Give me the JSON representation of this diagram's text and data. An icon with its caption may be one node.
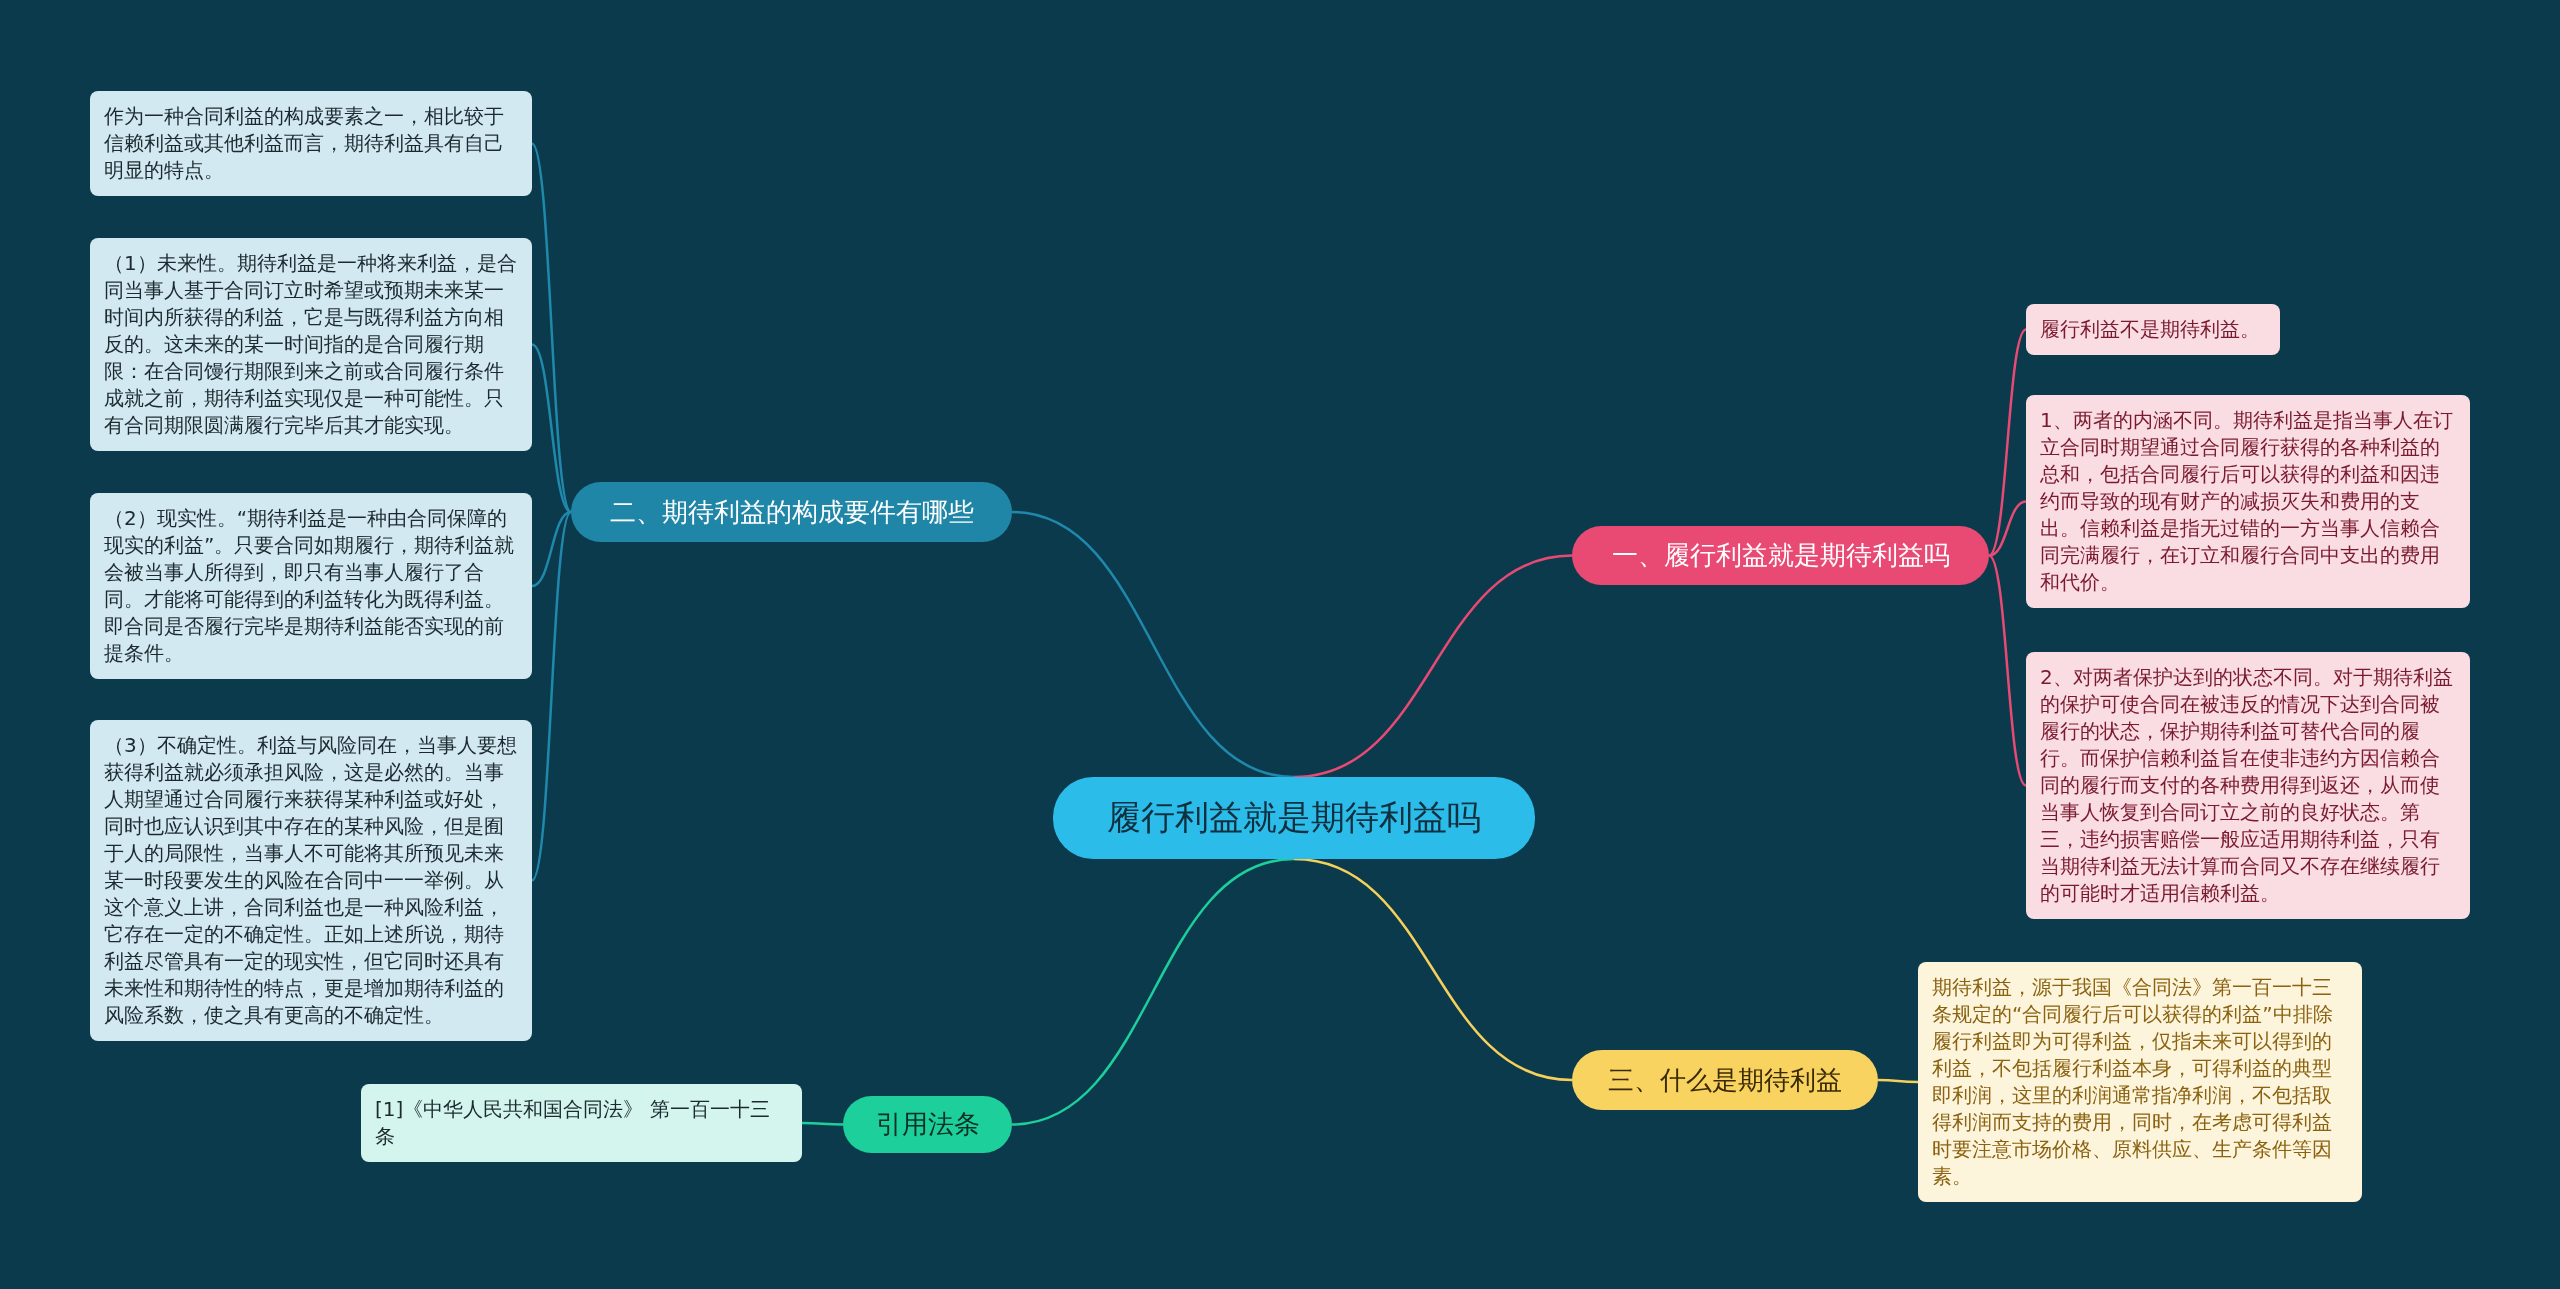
{
  "diagram": {
    "nodes": [
      {
        "text": [
          "履行利益就是期待利益吗"
        ]
      },
      {
        "text": [
          "一、履行利益就是期待利益吗"
        ]
      },
      {
        "text": [
          "履行利益不是期待利益。"
        ]
      },
      {
        "text": [
          "1、两者的内涵不同。期待利益是指当事人在订立合同时期望通过合同履行获得的各种利益的总和，包括合同履行后可以获得的利益和因违约而导致的现有财产的减损灭失和费用的支出。信赖利益是指无过错的一方当事人信赖合同完满履行，在订立和履行合同中支出的费用和代价。"
        ]
      },
      {
        "text": [
          "2、对两者保护达到的状态不同。对于期待利益的保护可使合同在被违反的情况下达到合同被履行的状态，保护期待利益可替代合同的履行。而保护信赖利益旨在使非违约方因信赖合同的履行而支付的各种费用得到返还，从而使当事人恢复到合同订立之前的良好状态。第三，违约损害赔偿一般应适用期待利益，只有当期待利益无法计算而合同又不存在继续履行的可能时才适用信赖利益。"
        ]
      },
      {
        "text": [
          "三、什么是期待利益"
        ]
      },
      {
        "text": [
          "期待利益，源于我国《合同法》第一百一十三条规定的“合同履行后可以获得的利益”中排除履行利益即为可得利益，仅指未来可以得到的利益，不包括履行利益本身，可得利益的典型即利润，这里的利润通常指净利润，不包括取得利润而支持的费用，同时，在考虑可得利益时要注意市场价格、原料供应、生产条件等因素。"
        ]
      },
      {
        "text": [
          "二、期待利益的构成要件有哪些"
        ]
      },
      {
        "text": [
          "作为一种合同利益的构成要素之一，相比较于信赖利益或其他利益而言，期待利益具有自己明显的特点。"
        ]
      },
      {
        "text": [
          "（1）未来性。期待利益是一种将来利益，是合同当事人基于合同订立时希望或预期未来某一时间内所获得的利益，它是与既得利益方向相反的。这未来的某一时间指的是合同履行期限：在合同馒行期限到来之前或合同履行条件成就之前，期待利益实现仅是一种可能性。只有合同期限圆满履行完毕后其才能实现。"
        ]
      },
      {
        "text": [
          "（2）现实性。“期待利益是一种由合同保障的现实的利益”。只要合同如期履行，期待利益就会被当事人所得到，即只有当事人履行了合同。才能将可能得到的利益转化为既得利益。即合同是否履行完毕是期待利益能否实现的前提条件。"
        ]
      },
      {
        "text": [
          "（3）不确定性。利益与风险同在，当事人要想获得利益就必须承担风险，这是必然的。当事人期望通过合同履行来获得某种利益或好处，同时也应认识到其中存在的某种风险，但是囿于人的局限性，当事人不可能将其所预见未来某一时段要发生的风险在合同中一一举例。从这个意义上讲，合同利益也是一种风险利益，它存在一定的不确定性。正如上述所说，期待利益尽管具有一定的现实性，但它同时还具有未来性和期待性的特点，更是增加期待利益的风险系数，使之具有更高的不确定性。"
        ]
      },
      {
        "text": [
          "引用法条"
        ]
      },
      {
        "text": [
          "[1]《中华人民共和国合同法》 第一百一十三条"
        ]
      }
    ],
    "edges": [
      {
        "from": 0,
        "to": 1,
        "arrow": "none",
        "color": "#e84a74"
      },
      {
        "from": 1,
        "to": 2,
        "arrow": "none",
        "color": "#e84a74"
      },
      {
        "from": 1,
        "to": 3,
        "arrow": "none",
        "color": "#e84a74"
      },
      {
        "from": 1,
        "to": 4,
        "arrow": "none",
        "color": "#e84a74"
      },
      {
        "from": 0,
        "to": 5,
        "arrow": "none",
        "color": "#f5d05a"
      },
      {
        "from": 5,
        "to": 6,
        "arrow": "none",
        "color": "#f5d05a"
      },
      {
        "from": 0,
        "to": 7,
        "arrow": "none",
        "color": "#1f88ab"
      },
      {
        "from": 7,
        "to": 8,
        "arrow": "none",
        "color": "#1f88ab"
      },
      {
        "from": 7,
        "to": 9,
        "arrow": "none",
        "color": "#1f88ab"
      },
      {
        "from": 7,
        "to": 10,
        "arrow": "none",
        "color": "#1f88ab"
      },
      {
        "from": 7,
        "to": 11,
        "arrow": "none",
        "color": "#1f88ab"
      },
      {
        "from": 0,
        "to": 12,
        "arrow": "none",
        "color": "#1dcf9b"
      },
      {
        "from": 12,
        "to": 13,
        "arrow": "none",
        "color": "#1dcf9b"
      }
    ]
  }
}
